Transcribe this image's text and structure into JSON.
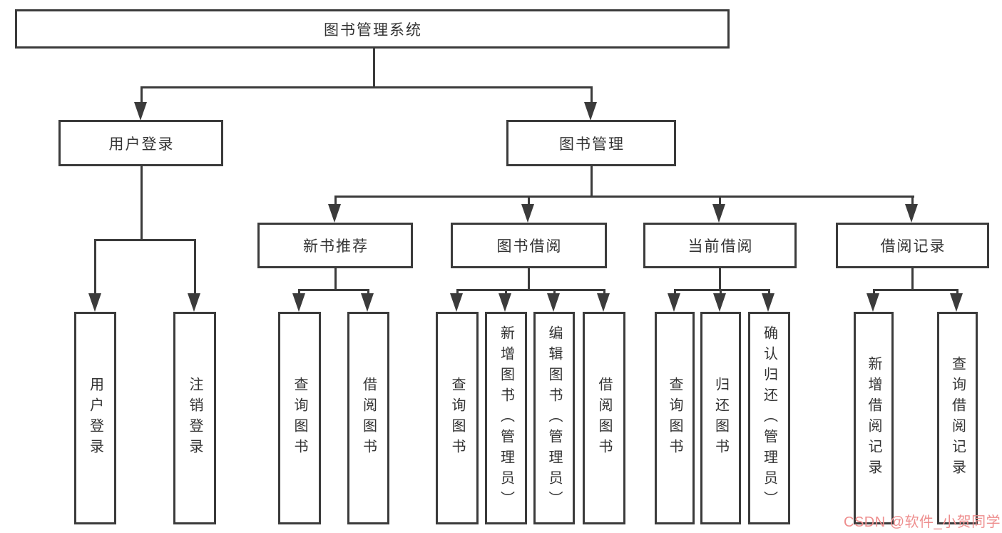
{
  "colors": {
    "line": "#3b3b3b",
    "text": "#333333",
    "box_bg": "#ffffff",
    "background": "#ffffff",
    "watermark": "#ee8e8e"
  },
  "watermark": {
    "text": "CSDN @软件_小贺同学"
  },
  "tree": {
    "root": {
      "label": "图书管理系统"
    },
    "level2": [
      {
        "label": "用户登录"
      },
      {
        "label": "图书管理"
      }
    ],
    "level3": [
      {
        "label": "新书推荐",
        "parent": "图书管理"
      },
      {
        "label": "图书借阅",
        "parent": "图书管理"
      },
      {
        "label": "当前借阅",
        "parent": "图书管理"
      },
      {
        "label": "借阅记录",
        "parent": "图书管理"
      }
    ],
    "leaves": [
      {
        "label": "用户登录",
        "parent": "用户登录"
      },
      {
        "label": "注销登录",
        "parent": "用户登录"
      },
      {
        "label": "查询图书",
        "parent": "新书推荐"
      },
      {
        "label": "借阅图书",
        "parent": "新书推荐"
      },
      {
        "label": "查询图书",
        "parent": "图书借阅"
      },
      {
        "label": "新增图书（管理员）",
        "parent": "图书借阅"
      },
      {
        "label": "编辑图书（管理员）",
        "parent": "图书借阅"
      },
      {
        "label": "借阅图书",
        "parent": "图书借阅"
      },
      {
        "label": "查询图书",
        "parent": "当前借阅"
      },
      {
        "label": "归还图书",
        "parent": "当前借阅"
      },
      {
        "label": "确认归还（管理员）",
        "parent": "当前借阅"
      },
      {
        "label": "新增借阅记录",
        "parent": "借阅记录"
      },
      {
        "label": "查询借阅记录",
        "parent": "借阅记录"
      }
    ]
  }
}
